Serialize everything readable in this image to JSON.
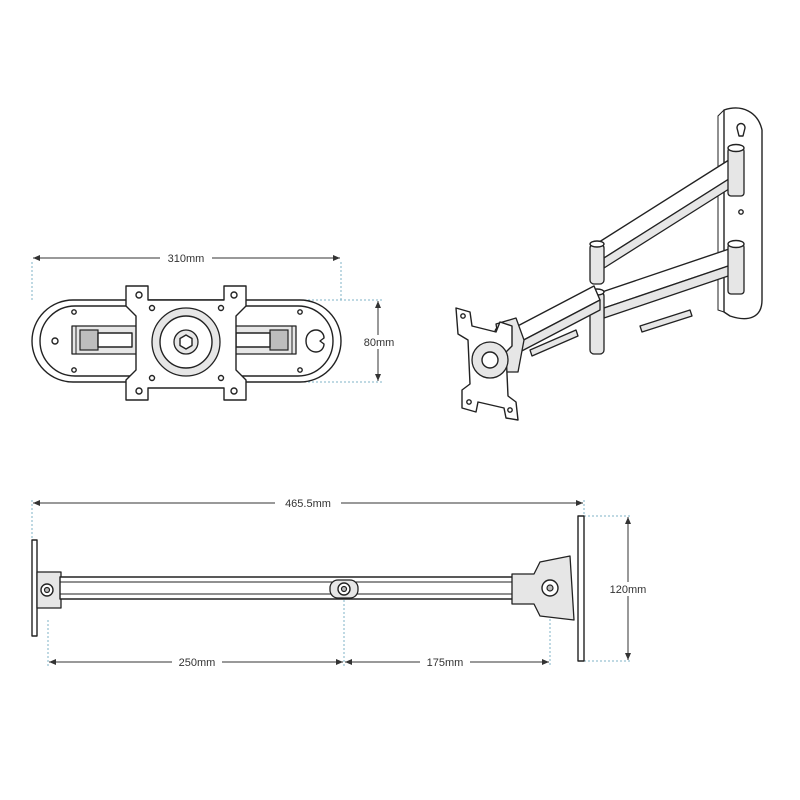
{
  "dimensions": {
    "top_width": "310mm",
    "top_height": "80mm",
    "side_total": "465.5mm",
    "side_height": "120mm",
    "side_segment_1": "250mm",
    "side_segment_2": "175mm"
  },
  "colors": {
    "line": "#222222",
    "dimension": "#333333",
    "extension": "#7fb3c7",
    "fill_light": "#e6e6e6",
    "fill_dark": "#bdbdbd"
  }
}
